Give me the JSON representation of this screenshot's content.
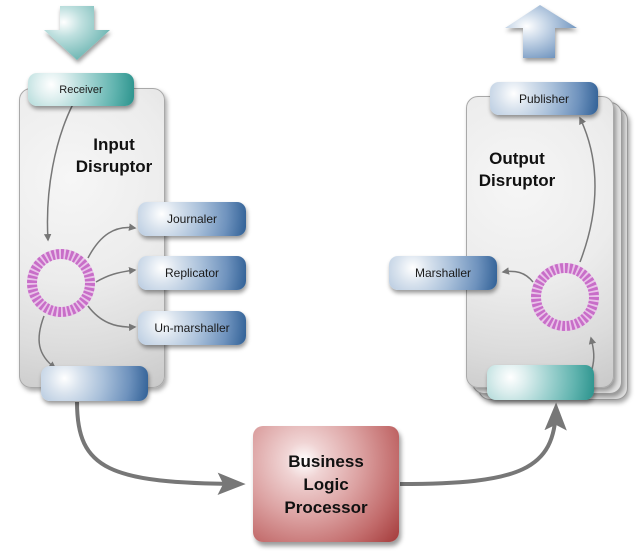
{
  "diagram": {
    "input_arrow_icon": "arrow-down-icon",
    "output_arrow_icon": "arrow-up-icon",
    "input_disruptor": {
      "title_line1": "Input",
      "title_line2": "Disruptor",
      "receiver": "Receiver",
      "consumers": [
        "Journaler",
        "Replicator",
        "Un-marshaller"
      ],
      "ring_icon": "ring-buffer-icon",
      "output_slot": ""
    },
    "business_logic": {
      "line1": "Business",
      "line2": "Logic",
      "line3": "Processor"
    },
    "output_disruptor": {
      "title_line1": "Output",
      "title_line2": "Disruptor",
      "publisher": "Publisher",
      "marshaller": "Marshaller",
      "ring_icon": "ring-buffer-icon",
      "input_slot": "",
      "stack_count": 3
    },
    "colors": {
      "blue_accent": "#2f5f95",
      "teal_accent": "#2a928c",
      "ring": "#c86ec8",
      "processor": "#a33a3a",
      "connector": "#777777"
    }
  }
}
